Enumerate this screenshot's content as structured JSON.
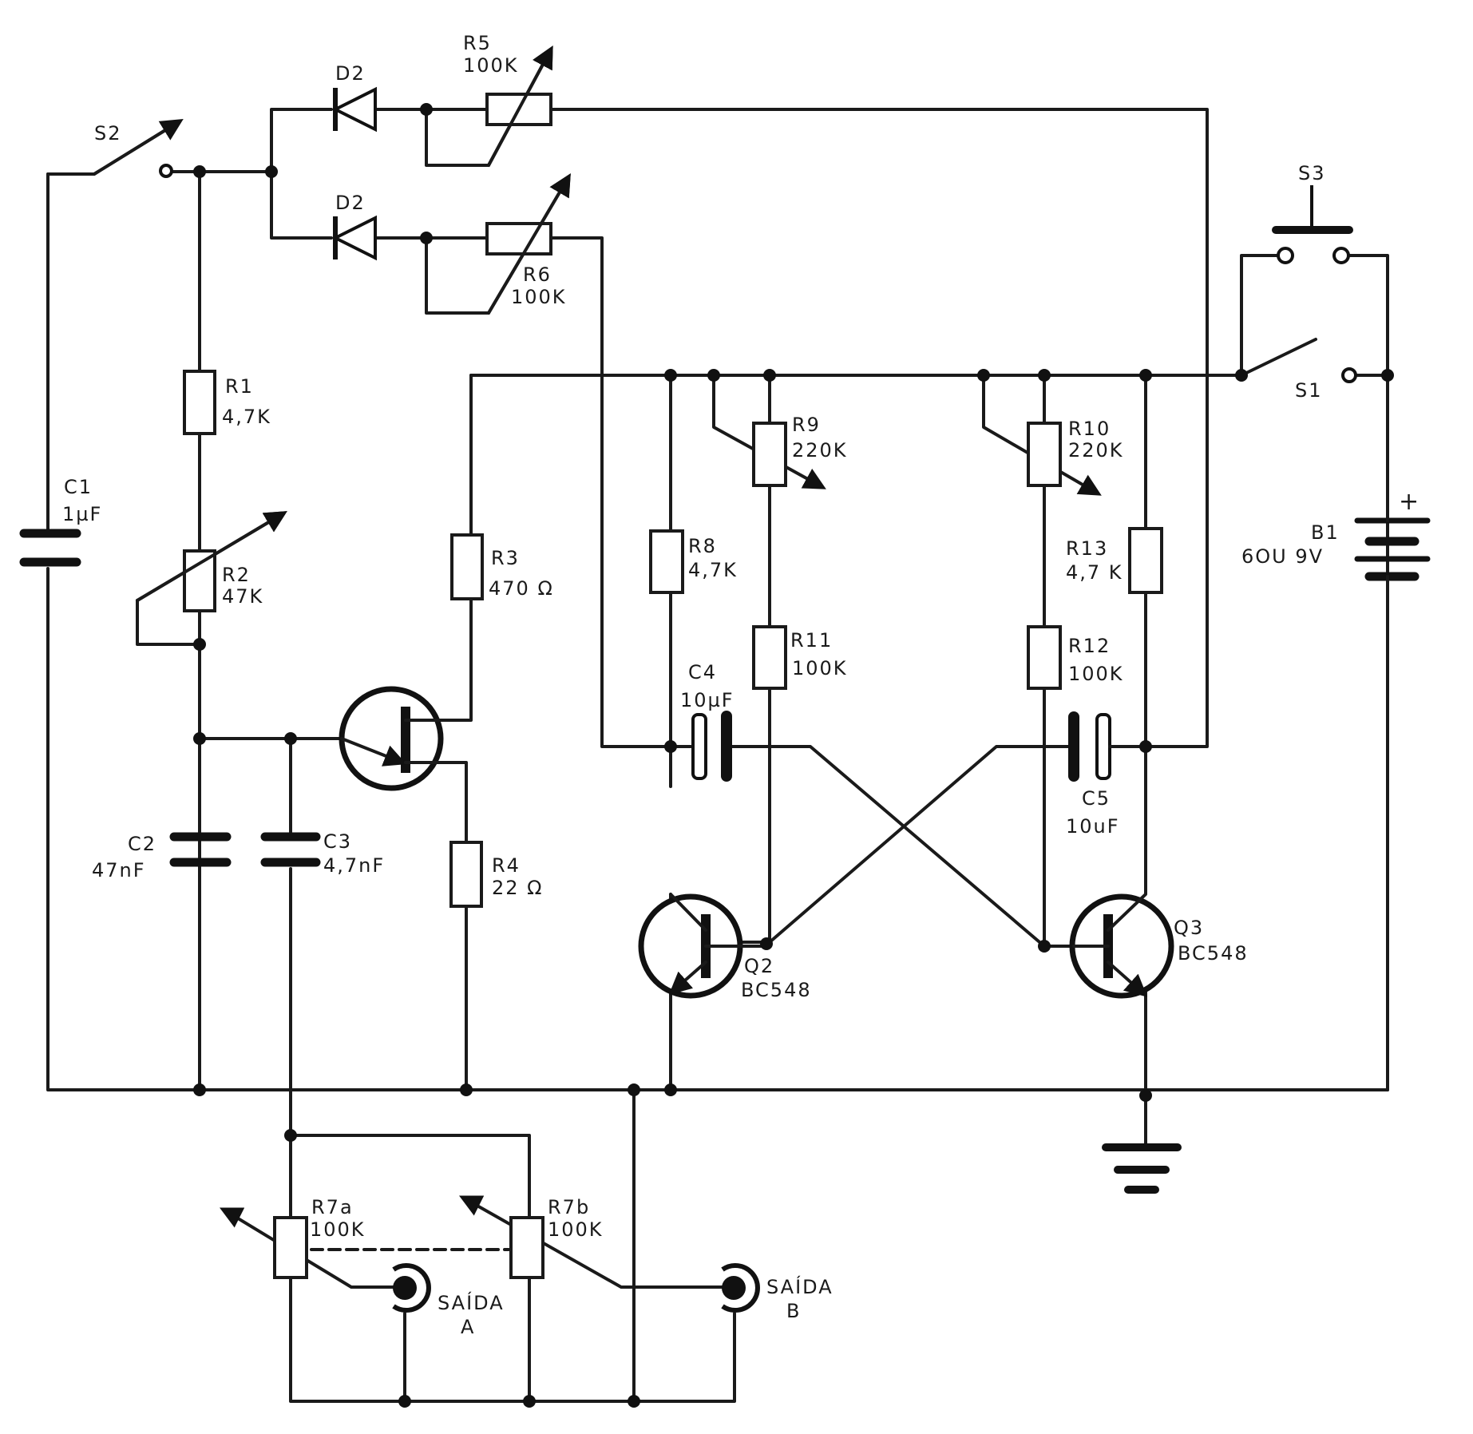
{
  "components": {
    "s1": {
      "ref": "S1"
    },
    "s2": {
      "ref": "S2"
    },
    "s3": {
      "ref": "S3"
    },
    "d2_top": {
      "ref": "D2"
    },
    "d2_bottom": {
      "ref": "D2"
    },
    "r1": {
      "ref": "R1",
      "value": "4,7K"
    },
    "r2": {
      "ref": "R2",
      "value": "47K"
    },
    "r3": {
      "ref": "R3",
      "value": "470 Ω"
    },
    "r4": {
      "ref": "R4",
      "value": "22 Ω"
    },
    "r5": {
      "ref": "R5",
      "value": "100K"
    },
    "r6": {
      "ref": "R6",
      "value": "100K"
    },
    "r7a": {
      "ref": "R7a",
      "value": "100K"
    },
    "r7b": {
      "ref": "R7b",
      "value": "100K"
    },
    "r8": {
      "ref": "R8",
      "value": "4,7K"
    },
    "r9": {
      "ref": "R9",
      "value": "220K"
    },
    "r10": {
      "ref": "R10",
      "value": "220K"
    },
    "r11": {
      "ref": "R11",
      "value": "100K"
    },
    "r12": {
      "ref": "R12",
      "value": "100K"
    },
    "r13": {
      "ref": "R13",
      "value": "4,7 K"
    },
    "c1": {
      "ref": "C1",
      "value": "1µF"
    },
    "c2": {
      "ref": "C2",
      "value": "47nF"
    },
    "c3": {
      "ref": "C3",
      "value": "4,7nF"
    },
    "c4": {
      "ref": "C4",
      "value": "10µF"
    },
    "c5": {
      "ref": "C5",
      "value": "10uF"
    },
    "q2": {
      "ref": "Q2",
      "value": "BC548"
    },
    "q3": {
      "ref": "Q3",
      "value": "BC548"
    },
    "b1": {
      "ref": "B1",
      "value": "6OU 9V",
      "polarity": "+"
    }
  },
  "outputs": {
    "a": {
      "line1": "SAÍDA",
      "line2": "A"
    },
    "b": {
      "line1": "SAÍDA",
      "line2": "B"
    }
  }
}
